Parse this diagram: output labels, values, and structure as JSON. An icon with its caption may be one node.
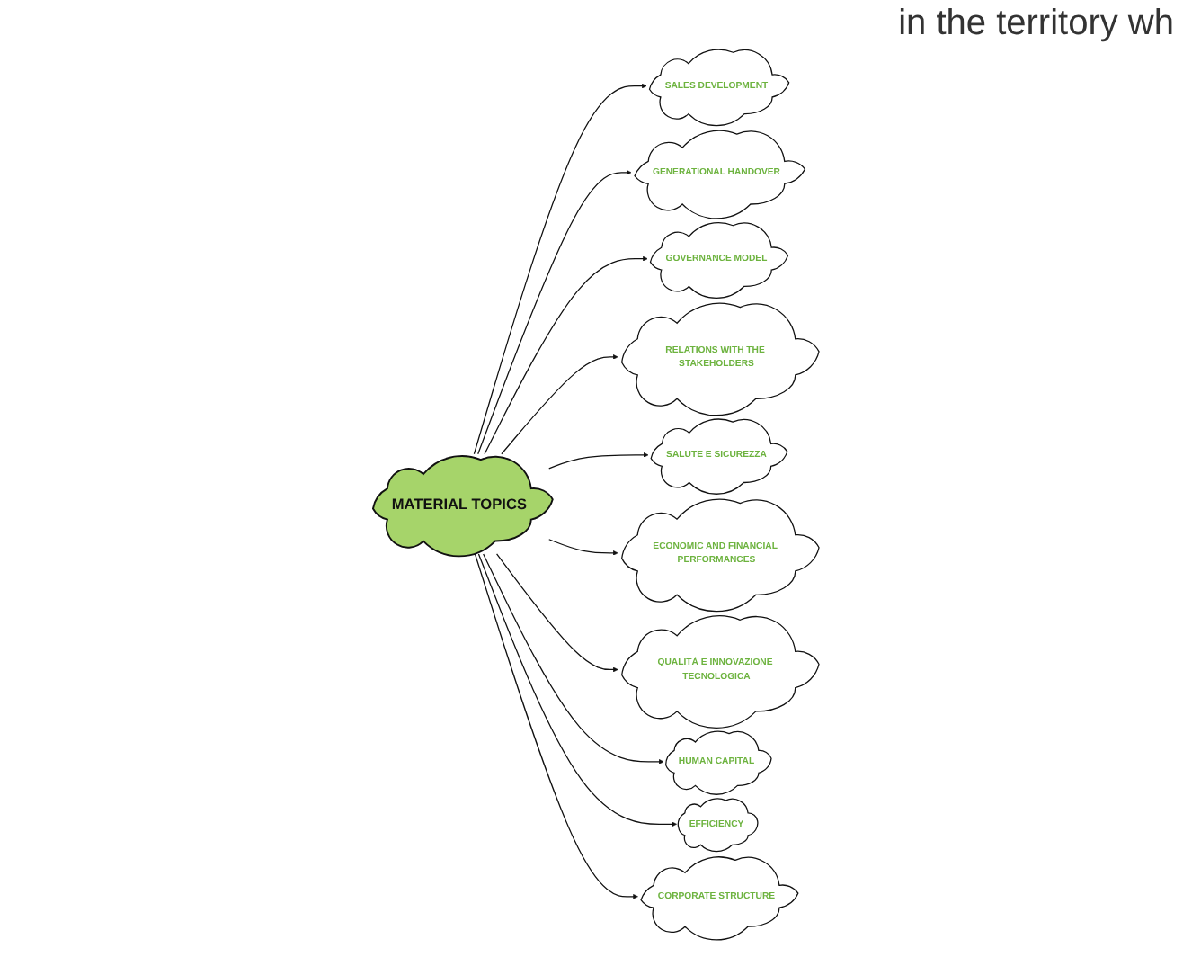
{
  "diagram": {
    "nodes": [
      {
        "text": [
          "MATERIAL TOPICS"
        ]
      },
      {
        "text": [
          "SALES DEVELOPMENT"
        ]
      },
      {
        "text": [
          "GENERATIONAL HANDOVER"
        ]
      },
      {
        "text": [
          "GOVERNANCE MODEL"
        ]
      },
      {
        "text": [
          "RELATIONS WITH THE STAKEHOLDERS"
        ]
      },
      {
        "text": [
          "SALUTE E SICUREZZA"
        ]
      },
      {
        "text": [
          "ECONOMIC AND FINANCIAL PERFORMANCES"
        ]
      },
      {
        "text": [
          "QUALITÀ E INNOVAZIONE TECNOLOGICA"
        ]
      },
      {
        "text": [
          "HUMAN CAPITAL"
        ]
      },
      {
        "text": [
          "EFFICIENCY"
        ]
      },
      {
        "text": [
          "CORPORATE STRUCTURE"
        ]
      }
    ],
    "edges": [
      {
        "from": 0,
        "to": 1,
        "arrow": "to"
      },
      {
        "from": 0,
        "to": 2,
        "arrow": "to"
      },
      {
        "from": 0,
        "to": 3,
        "arrow": "to"
      },
      {
        "from": 0,
        "to": 4,
        "arrow": "to"
      },
      {
        "from": 0,
        "to": 5,
        "arrow": "to"
      },
      {
        "from": 0,
        "to": 6,
        "arrow": "to"
      },
      {
        "from": 0,
        "to": 7,
        "arrow": "to"
      },
      {
        "from": 0,
        "to": 8,
        "arrow": "to"
      },
      {
        "from": 0,
        "to": 9,
        "arrow": "to"
      },
      {
        "from": 0,
        "to": 10,
        "arrow": "to"
      }
    ],
    "labels": [
      "in the territory wh"
    ]
  }
}
